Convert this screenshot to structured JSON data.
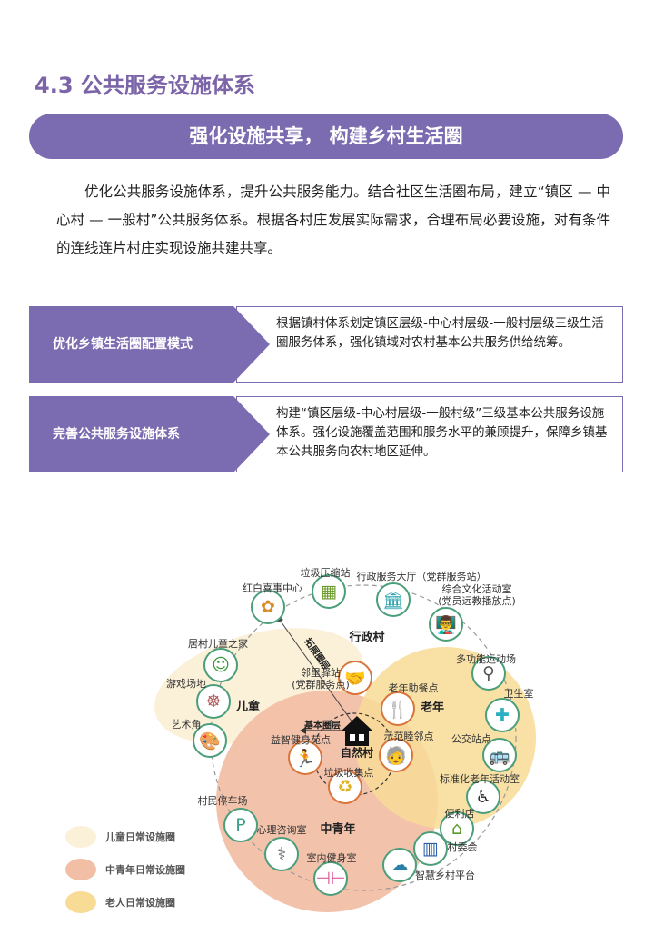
{
  "section_title": "4.3 公共服务设施体系",
  "banner": "强化设施共享， 构建乡村生活圈",
  "intro": "优化公共服务设施体系，提升公共服务能力。结合社区生活圈布局，建立“镇区 — 中心村 — 一般村”公共服务体系。根据各村庄发展实际需求，合理布局必要设施，对有条件的连线连片村庄实现设施共建共享。",
  "rows": [
    {
      "label": "优化乡镇生活圈配置模式",
      "text": "根据镇村体系划定镇区层级-中心村层级-一般村层级三级生活圈服务体系，强化镇域对农村基本公共服务供给统筹。"
    },
    {
      "label": "完善公共服务设施体系",
      "text": "构建“镇区层级-中心村层级-一般村级”三级基本公共服务设施体系。强化设施覆盖范围和服务水平的兼顾提升，保障乡镇基本公共服务向农村地区延伸。"
    }
  ],
  "diagram": {
    "zones": {
      "admin_village": "行政村",
      "children": "儿童",
      "elderly": "老年",
      "youth": "中青年",
      "natural_village": "自然村"
    },
    "arrows": {
      "expand": "拓展圈层",
      "basic": "基本圈层"
    },
    "nodes": [
      {
        "label": "红白喜事中心",
        "icon": "flower-icon",
        "glyph": "✿",
        "color": "#d98a2b"
      },
      {
        "label": "垃圾压缩站",
        "icon": "truck-icon",
        "glyph": "▦",
        "color": "#6a9a2a"
      },
      {
        "label": "行政服务大厅（党群服务站）",
        "icon": "government-building-icon",
        "glyph": "🏛",
        "color": "#2aa3b0"
      },
      {
        "label": "综合文化活动室",
        "sub": "(党员远教播放点)",
        "icon": "teacher-board-icon",
        "glyph": "👨‍🏫",
        "color": "#222"
      },
      {
        "label": "多功能运动场",
        "icon": "sports-field-icon",
        "glyph": "⚲",
        "color": "#555"
      },
      {
        "label": "卫生室",
        "icon": "medical-cross-icon",
        "glyph": "✚",
        "color": "#2ab0c0"
      },
      {
        "label": "公交站点",
        "icon": "bus-icon",
        "glyph": "🚌",
        "color": "#666"
      },
      {
        "label": "标准化老年活动室",
        "icon": "wheelchair-icon",
        "glyph": "♿",
        "color": "#222"
      },
      {
        "label": "便利店",
        "icon": "store-icon",
        "glyph": "⌂",
        "color": "#5a9a2a"
      },
      {
        "label": "村委会",
        "icon": "office-building-icon",
        "glyph": "▥",
        "color": "#2a5fa8"
      },
      {
        "label": "智慧乡村平台",
        "icon": "cloud-computer-icon",
        "glyph": "☁",
        "color": "#2a7fa8"
      },
      {
        "label": "室内健身室",
        "icon": "dumbbell-icon",
        "glyph": "⊣⊢",
        "color": "#d85a9a"
      },
      {
        "label": "心理咨询室",
        "icon": "stethoscope-icon",
        "glyph": "⚕",
        "color": "#555"
      },
      {
        "label": "村民停车场",
        "icon": "parking-icon",
        "glyph": "P",
        "color": "#3aa088"
      },
      {
        "label": "艺术角",
        "icon": "palette-icon",
        "glyph": "🎨",
        "color": "#4a8a2a"
      },
      {
        "label": "游戏场地",
        "icon": "ferris-wheel-icon",
        "glyph": "☸",
        "color": "#b05a5a"
      },
      {
        "label": "居村儿童之家",
        "icon": "baby-icon",
        "glyph": "☺",
        "color": "#3a9a3a"
      },
      {
        "label": "邻里驿站",
        "sub": "(党群服务点)",
        "icon": "handshake-icon",
        "glyph": "🤝",
        "color": "#d89a2a"
      },
      {
        "label": "老年助餐点",
        "icon": "cutlery-icon",
        "glyph": "🍴",
        "color": "#2a6ab0"
      },
      {
        "label": "示范睦邻点",
        "icon": "elderly-person-icon",
        "glyph": "🧓",
        "color": "#c86a2a"
      },
      {
        "label": "益智健身苑点",
        "icon": "runner-icon",
        "glyph": "🏃",
        "color": "#2a6ab0"
      },
      {
        "label": "垃圾收集点",
        "icon": "recycle-bin-icon",
        "glyph": "♻",
        "color": "#e0b020"
      }
    ],
    "legend": [
      {
        "label": "儿童日常设施圈",
        "color": "#fbf0d8"
      },
      {
        "label": "中青年日常设施圈",
        "color": "#f2bfa6"
      },
      {
        "label": "老人日常设施圈",
        "color": "#f8dc96"
      }
    ]
  }
}
